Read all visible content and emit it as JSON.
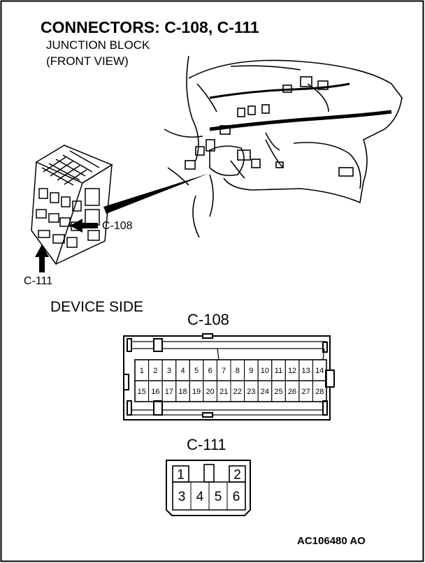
{
  "title": "CONNECTORS: C-108, C-111",
  "junction_block": {
    "line1": "JUNCTION BLOCK",
    "line2": "(FRONT VIEW)"
  },
  "callouts": {
    "c108": "C-108",
    "c111": "C-111"
  },
  "device_side_label": "DEVICE SIDE",
  "connector_c108": {
    "name": "C-108",
    "top_row": [
      "1",
      "2",
      "3",
      "4",
      "5",
      "6",
      "7",
      "8",
      "9",
      "10",
      "11",
      "12",
      "13",
      "14"
    ],
    "bottom_row": [
      "15",
      "16",
      "17",
      "18",
      "19",
      "20",
      "21",
      "22",
      "23",
      "24",
      "25",
      "26",
      "27",
      "28"
    ]
  },
  "connector_c111": {
    "name": "C-111",
    "top_row": [
      "1",
      "",
      "2"
    ],
    "bottom_row": [
      "3",
      "4",
      "5",
      "6"
    ]
  },
  "footer_code": "AC106480 AO"
}
